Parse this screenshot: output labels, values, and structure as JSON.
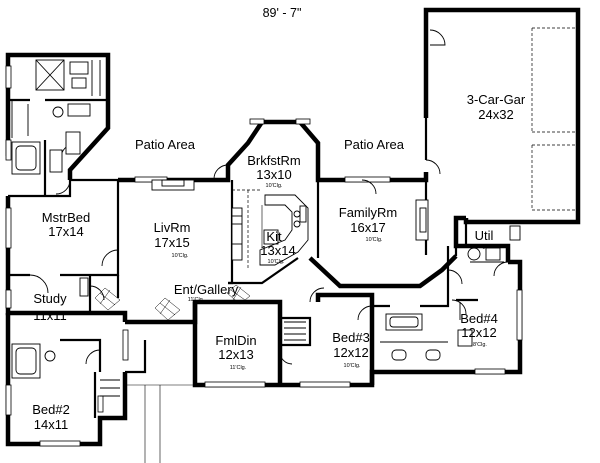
{
  "overall_dimension": "89' - 7\"",
  "rooms": {
    "garage": {
      "name": "3-Car-Gar",
      "size": "24x32",
      "ceiling": ""
    },
    "patio_left": {
      "name": "Patio Area",
      "size": "",
      "ceiling": ""
    },
    "patio_right": {
      "name": "Patio Area",
      "size": "",
      "ceiling": ""
    },
    "breakfast": {
      "name": "BrkfstRm",
      "size": "13x10",
      "ceiling": "10'Clg."
    },
    "master_bed": {
      "name": "MstrBed",
      "size": "17x14",
      "ceiling": ""
    },
    "living": {
      "name": "LivRm",
      "size": "17x15",
      "ceiling": "10'Clg."
    },
    "kitchen": {
      "name": "Kit",
      "size": "13x14",
      "ceiling": "10'Clg."
    },
    "family": {
      "name": "FamilyRm",
      "size": "16x17",
      "ceiling": "10'Clg."
    },
    "utility": {
      "name": "Util",
      "size": "",
      "ceiling": "8'Clg."
    },
    "entry": {
      "name": "Ent/Gallery",
      "size": "",
      "ceiling": "11'Clg."
    },
    "study": {
      "name": "Study",
      "size": "11x11",
      "ceiling": ""
    },
    "formal_din": {
      "name": "FmlDin",
      "size": "12x13",
      "ceiling": "11'Clg."
    },
    "bed3": {
      "name": "Bed#3",
      "size": "12x12",
      "ceiling": "10'Clg."
    },
    "bed4": {
      "name": "Bed#4",
      "size": "12x12",
      "ceiling": "8'Clg."
    },
    "bed2": {
      "name": "Bed#2",
      "size": "14x11",
      "ceiling": ""
    }
  }
}
